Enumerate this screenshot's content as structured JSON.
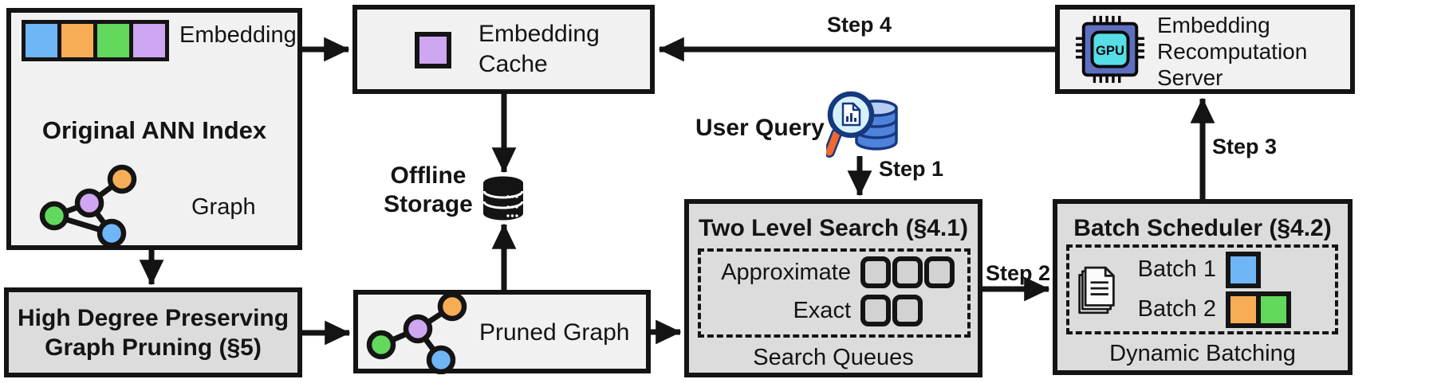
{
  "figure": {
    "boxes": {
      "original_ann_index": {
        "title": "Original ANN Index",
        "embedding_label": "Embedding",
        "graph_label": "Graph"
      },
      "high_degree_pruning": {
        "line1": "High Degree Preserving",
        "line2": "Graph Pruning (§5)"
      },
      "embedding_cache": {
        "line1": "Embedding",
        "line2": "Cache"
      },
      "offline_storage": {
        "line1": "Offline",
        "line2": "Storage"
      },
      "pruned_graph": {
        "label": "Pruned Graph"
      },
      "user_query": {
        "label": "User Query"
      },
      "two_level_search": {
        "title": "Two Level Search (§4.1)",
        "row_approximate": "Approximate",
        "row_exact": "Exact",
        "footer": "Search Queues",
        "approximate_queue_count": 3,
        "exact_queue_count": 2
      },
      "batch_scheduler": {
        "title": "Batch Scheduler (§4.2)",
        "batch1_label": "Batch 1",
        "batch2_label": "Batch 2",
        "footer": "Dynamic Batching"
      },
      "recomputation_server": {
        "line1": "Embedding",
        "line2": "Recomputation",
        "line3": "Server",
        "gpu_label": "GPU"
      }
    },
    "steps": {
      "step1": "Step 1",
      "step2": "Step 2",
      "step3": "Step 3",
      "step4": "Step 4"
    },
    "colors": {
      "blue": "#6FB6F6",
      "orange": "#F7AD55",
      "green": "#62D95D",
      "purple": "#CFA6F1",
      "cyan": "#55DEE6",
      "indigo": "#5E6FC0",
      "handle_orange": "#F26732",
      "db_blue": "#4F83DB",
      "db_blue_light": "#B9CDF2",
      "db_navy": "#16387F",
      "lens": "#D6F1FB",
      "box_light": "#F1F1F2",
      "box_dark": "#DCDCDC",
      "queue_fill": "#D2D2D2",
      "ink": "#141414"
    }
  }
}
